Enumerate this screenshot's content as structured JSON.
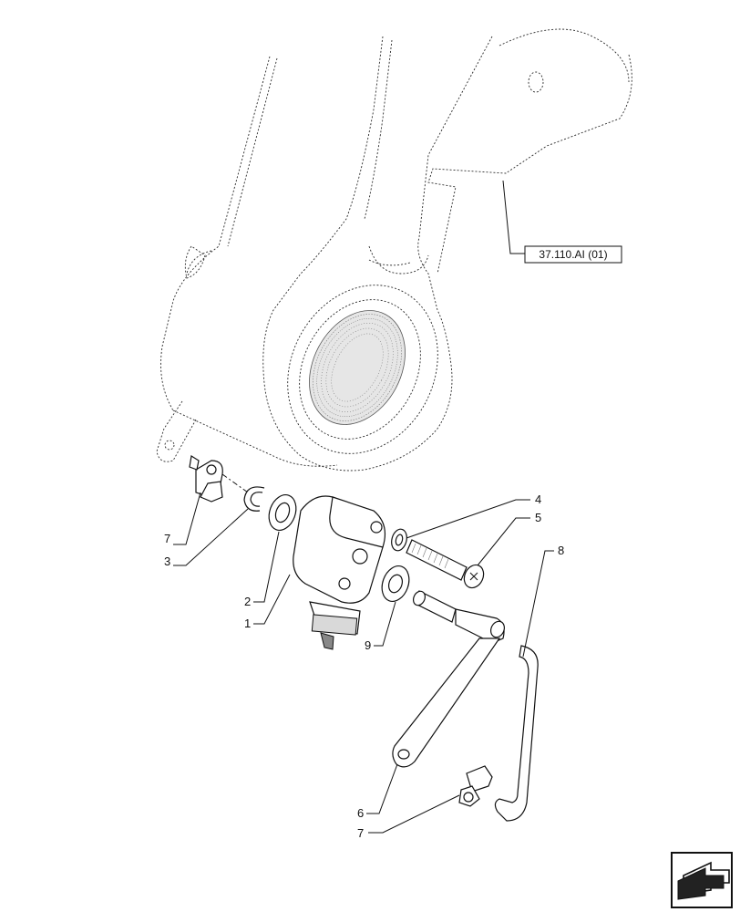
{
  "reference_label": "37.110.AI (01)",
  "callouts": {
    "c1": "1",
    "c2": "2",
    "c3": "3",
    "c4": "4",
    "c5": "5",
    "c6": "6",
    "c7a": "7",
    "c7b": "7",
    "c8": "8",
    "c9": "9"
  },
  "nav_icon": "next-page-arrow-icon"
}
